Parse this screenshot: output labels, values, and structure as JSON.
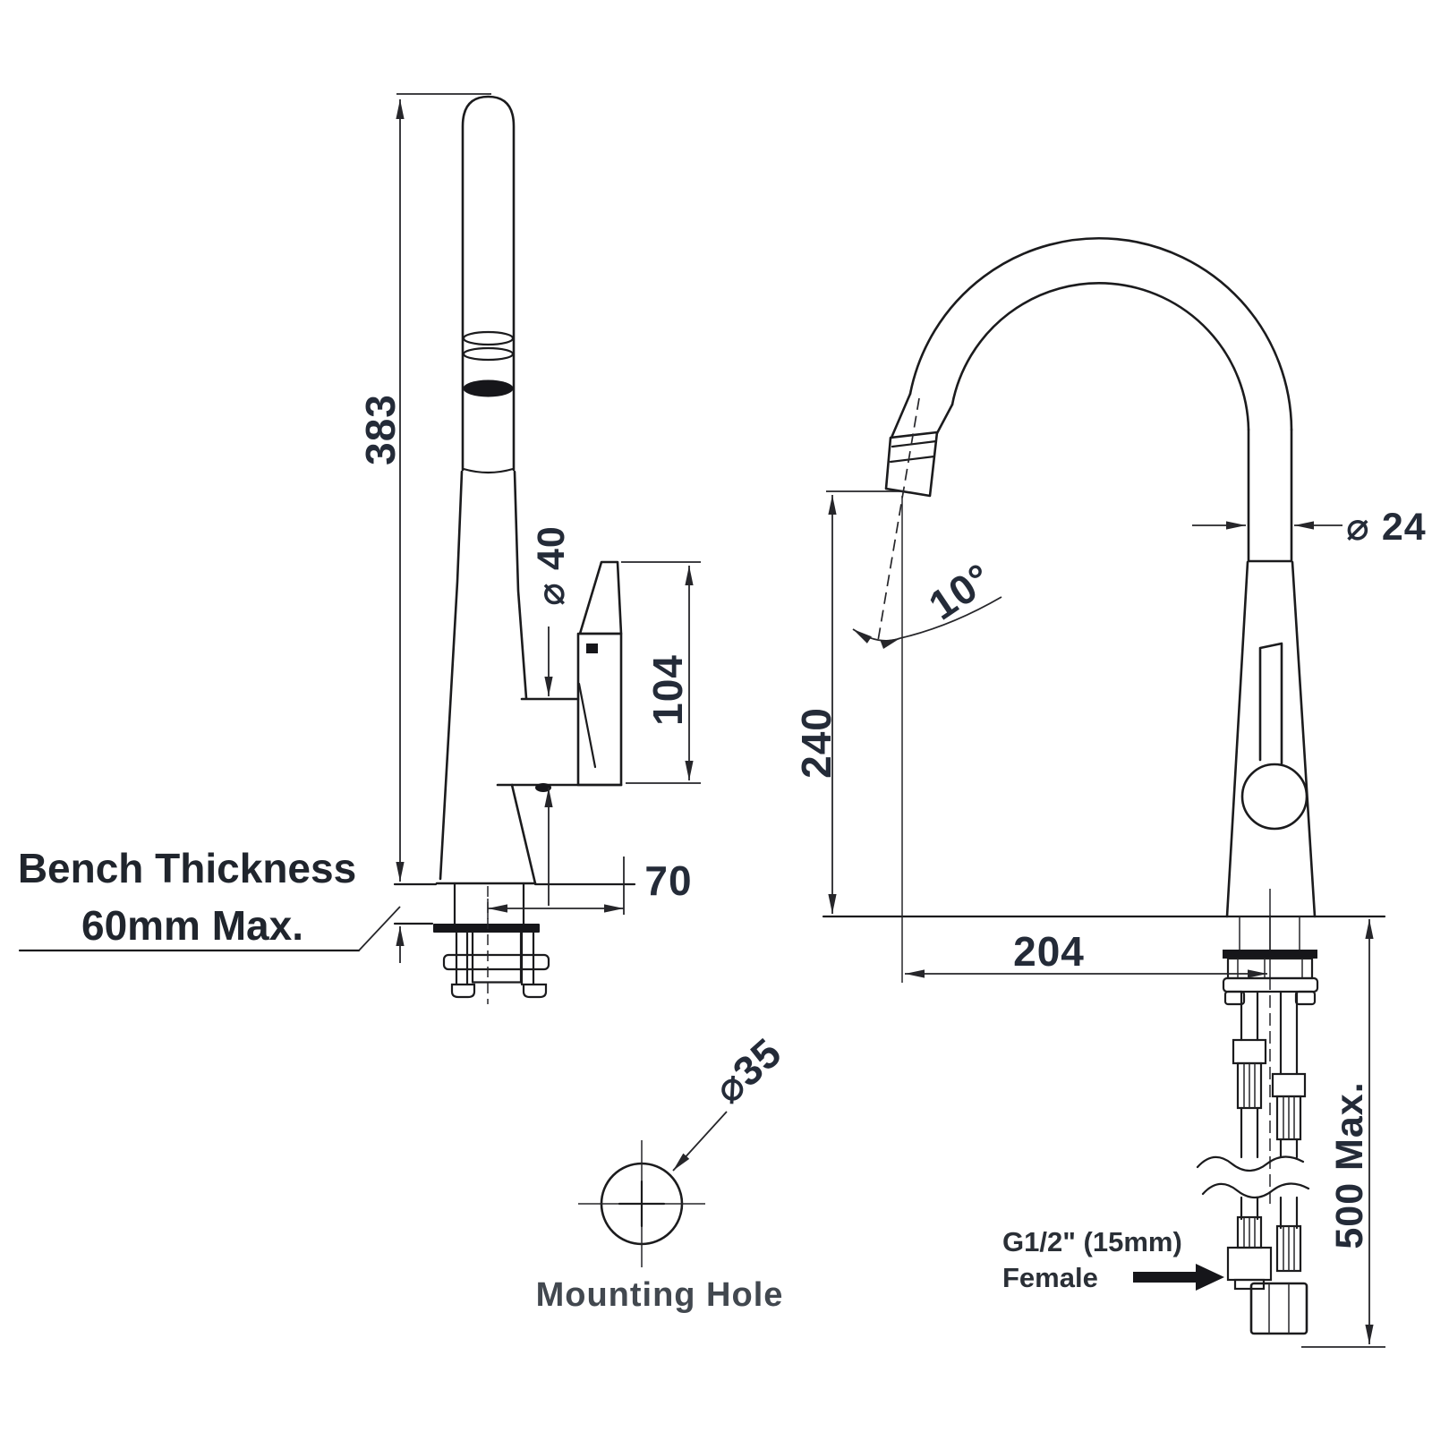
{
  "page": {
    "type": "technical-dimension-drawing",
    "subject": "pull-out kitchen sink mixer tap",
    "background_color": "#ffffff",
    "line_color": "#1b1b1d",
    "text_color": "#242b38"
  },
  "left_view": {
    "overall_height": "383",
    "body_diameter": "⌀ 40",
    "handle_height": "104",
    "handle_offset": "70",
    "bench_note_line1": "Bench Thickness",
    "bench_note_line2": "60mm Max."
  },
  "mounting_hole": {
    "diameter": "⌀35",
    "label": "Mounting Hole"
  },
  "right_view": {
    "spout_tube_diameter": "⌀ 24",
    "spout_angle": "10°",
    "outlet_height": "240",
    "spout_reach": "204",
    "hose_length": "500 Max.",
    "connection_line1": "G1/2\" (15mm)",
    "connection_line2": "Female"
  }
}
